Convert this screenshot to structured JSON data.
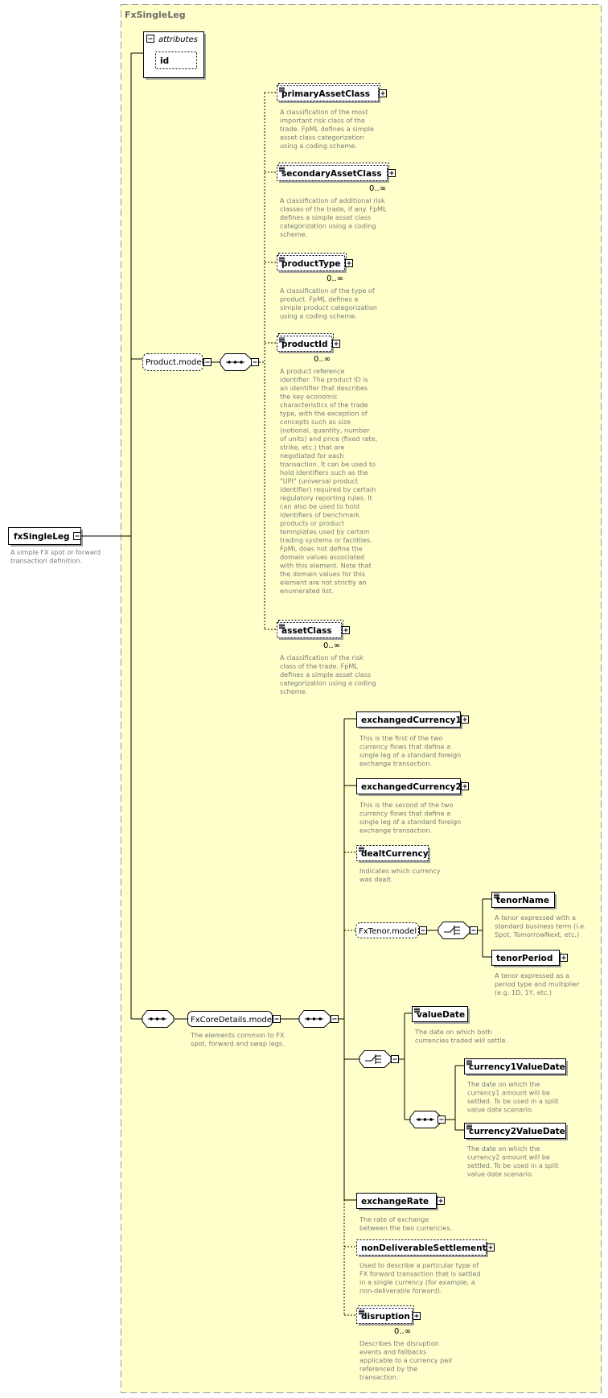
{
  "colors": {
    "background": "#ffffcc",
    "border": "#9a9a9a",
    "title": "#6b6b6b",
    "description": "#7a7a7a",
    "line": "#000000",
    "box_fill": "#ffffff",
    "shadow": "#a0a0a0"
  },
  "title": "FxSingleLeg",
  "root": {
    "name": "fxSingleLeg",
    "description": [
      "A simple FX spot or forward",
      "transaction definition."
    ]
  },
  "attributes": {
    "label": "attributes",
    "items": [
      "id"
    ]
  },
  "product_model": {
    "label": "Product.model",
    "elements": [
      {
        "name": "primaryAssetClass",
        "card": "",
        "description": [
          "A classification of the most",
          "important risk class of the",
          "trade. FpML defines a simple",
          "asset class categorization",
          "using a coding scheme."
        ]
      },
      {
        "name": "secondaryAssetClass",
        "card": "0..∞",
        "description": [
          "A classification of additional risk",
          "classes of the trade, if any. FpML",
          "defines a simple asset class",
          "categorization using a coding",
          "scheme."
        ]
      },
      {
        "name": "productType",
        "card": "0..∞",
        "description": [
          "A classification of the type of",
          "product. FpML defines a",
          "simple product categorization",
          "using a coding scheme."
        ]
      },
      {
        "name": "productId",
        "card": "0..∞",
        "description": [
          "A product reference",
          "identifier. The product ID is",
          "an identifier that describes",
          "the key economic",
          "characteristics of the trade",
          "type, with the exception of",
          "concepts such as size",
          "(notional, quantity, number",
          "of units) and price (fixed rate,",
          "strike, etc.) that are",
          "negotiated for each",
          "transaction. It can be used to",
          "hold identifiers such as the",
          "\"UPI\" (universal product",
          "identifier) required by certain",
          "regulatory reporting rules. It",
          "can also be used to hold",
          "identifiers of benchmark",
          "products or product",
          "temnplates used by certain",
          "trading systems or facilities.",
          "FpML does not define the",
          "domain values associated",
          "with this element. Note that",
          "the domain values for this",
          "element are not strictly an",
          "enumerated list."
        ]
      },
      {
        "name": "assetClass",
        "card": "0..∞",
        "description": [
          "A classification of the risk",
          "class of the trade. FpML",
          "defines a simple asset class",
          "categorization using a coding",
          "scheme."
        ]
      }
    ]
  },
  "core_model": {
    "label": "FxCoreDetails.model",
    "description": [
      "The elements common to FX",
      "spot, forward and swap legs."
    ],
    "elements": [
      {
        "name": "exchangedCurrency1",
        "card": "",
        "description": [
          "This is the first of the two",
          "currency flows that define a",
          "single leg of a standard foreign",
          "exchange transaction."
        ]
      },
      {
        "name": "exchangedCurrency2",
        "card": "",
        "description": [
          "This is the second of the two",
          "currency flows that define a",
          "single leg of a standard foreign",
          "exchange transaction."
        ]
      },
      {
        "name": "dealtCurrency",
        "card": "",
        "description": [
          "Indicates which currency",
          "was dealt."
        ]
      },
      {
        "name": "exchangeRate",
        "card": "",
        "description": [
          "The rate of exchange",
          "between the two currencies."
        ]
      },
      {
        "name": "nonDeliverableSettlement",
        "card": "",
        "description": [
          "Used to describe a particular type of",
          "FX forward transaction that is settled",
          "in a single currency (for example, a",
          "non-deliverable forward)."
        ]
      },
      {
        "name": "disruption",
        "card": "0..∞",
        "description": [
          "Describes the disruption",
          "events and fallbacks",
          "applicable to a currency pair",
          "referenced by the",
          "transaction."
        ]
      }
    ]
  },
  "tenor_model": {
    "label": "FxTenor.model",
    "elements": [
      {
        "name": "tenorName",
        "description": [
          "A tenor expressed with a",
          "standard business term (i.e.",
          "Spot, TomorrowNext, etc.)"
        ]
      },
      {
        "name": "tenorPeriod",
        "description": [
          "A tenor expressed as a",
          "period type and multiplier",
          "(e.g. 1D, 1Y, etc.)"
        ]
      }
    ]
  },
  "value_date": {
    "name": "valueDate",
    "description": [
      "The date on which both",
      "currencies traded will settle."
    ]
  },
  "split_dates": [
    {
      "name": "currency1ValueDate",
      "description": [
        "The date on which the",
        "currency1 amount will be",
        "settled. To be used in a split",
        "value date scenario."
      ]
    },
    {
      "name": "currency2ValueDate",
      "description": [
        "The date on which the",
        "currency2 amount will be",
        "settled. To be used in a split",
        "value date scenario."
      ]
    }
  ]
}
